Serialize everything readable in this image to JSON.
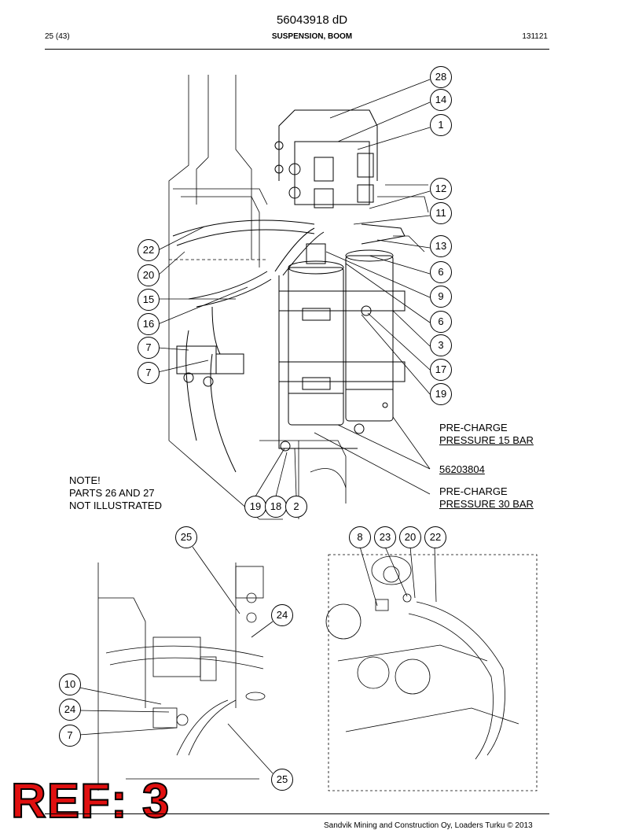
{
  "header": {
    "doc_number": "56043918 dD",
    "page": "25 (43)",
    "section": "SUSPENSION, BOOM",
    "date": "131121"
  },
  "note": {
    "line1": "NOTE!",
    "line2": "PARTS 26 AND 27",
    "line3": "NOT ILLUSTRATED"
  },
  "annotations": {
    "precharge_15_line1": "PRE-CHARGE",
    "precharge_15_line2": "PRESSURE 15 BAR",
    "accumulator_part": "56203804",
    "precharge_30_line1": "PRE-CHARGE",
    "precharge_30_line2": "PRESSURE 30 BAR"
  },
  "callouts": {
    "main": [
      "28",
      "14",
      "1",
      "12",
      "11",
      "13",
      "6",
      "9",
      "6",
      "3",
      "17",
      "19"
    ],
    "left_main": [
      "22",
      "20",
      "15",
      "16",
      "7",
      "7"
    ],
    "bottom_main": [
      "19",
      "18",
      "2"
    ],
    "detail_left": [
      "25",
      "24",
      "10",
      "24",
      "7",
      "25"
    ],
    "detail_right": [
      "8",
      "23",
      "20",
      "22"
    ]
  },
  "stamp": {
    "text": "REF: 3",
    "color": "#e01010"
  },
  "footer": {
    "text": "Sandvik Mining and Construction Oy, Loaders Turku © 2013"
  }
}
